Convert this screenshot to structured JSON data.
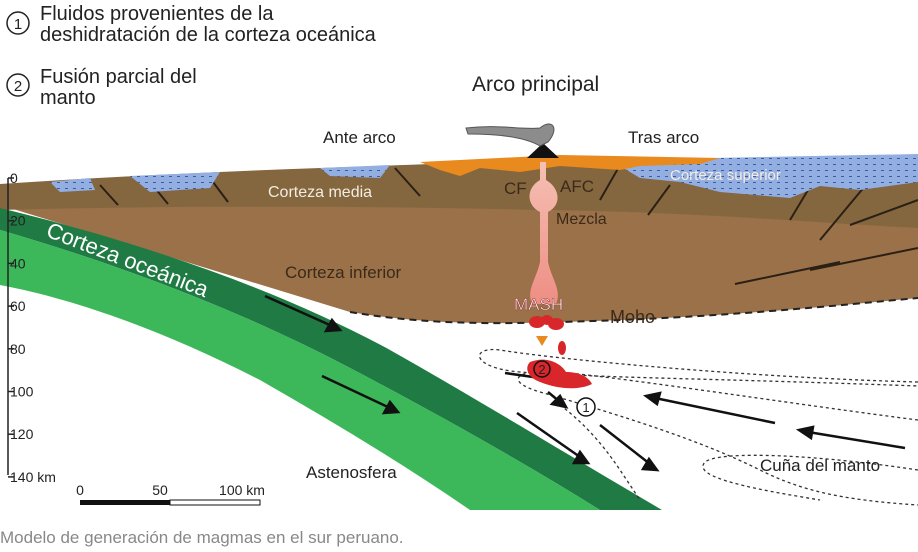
{
  "legend": {
    "item1_num": "1",
    "item1_line1": "Fluidos provenientes de la",
    "item1_line2": "deshidratación de la corteza oceánica",
    "item2_num": "2",
    "item2_line1": "Fusión parcial del",
    "item2_line2": "manto"
  },
  "labels": {
    "arco_principal": "Arco principal",
    "ante_arco": "Ante arco",
    "tras_arco": "Tras arco",
    "corteza_media": "Corteza media",
    "corteza_superior": "Corteza superior",
    "cf": "CF",
    "afc": "AFC",
    "mezcla": "Mezcla",
    "corteza_inferior": "Corteza inferior",
    "corteza_oceanica": "Corteza oceánica",
    "mash": "MASH",
    "moho": "Moho",
    "astenosfera": "Astenosfera",
    "cuna_manto": "Cuña del manto",
    "marker2": "2",
    "marker1": "1"
  },
  "depth_axis": [
    "0",
    "20",
    "40",
    "60",
    "80",
    "100",
    "120",
    "140 km"
  ],
  "scale_bar": [
    "0",
    "50",
    "100 km"
  ],
  "caption": "Modelo de generación de magmas en el sur peruano.",
  "colors": {
    "crust_brown": "#8a6a45",
    "lower_crust": "#9a7148",
    "upper_crust_blue": "#8aa3d6",
    "ocean_green_dark": "#1e7a45",
    "ocean_green_light": "#3dbb5a",
    "magma_pink": "#f4a9a0",
    "magma_red": "#d9262b",
    "orange_volcanics": "#e98a1e"
  }
}
